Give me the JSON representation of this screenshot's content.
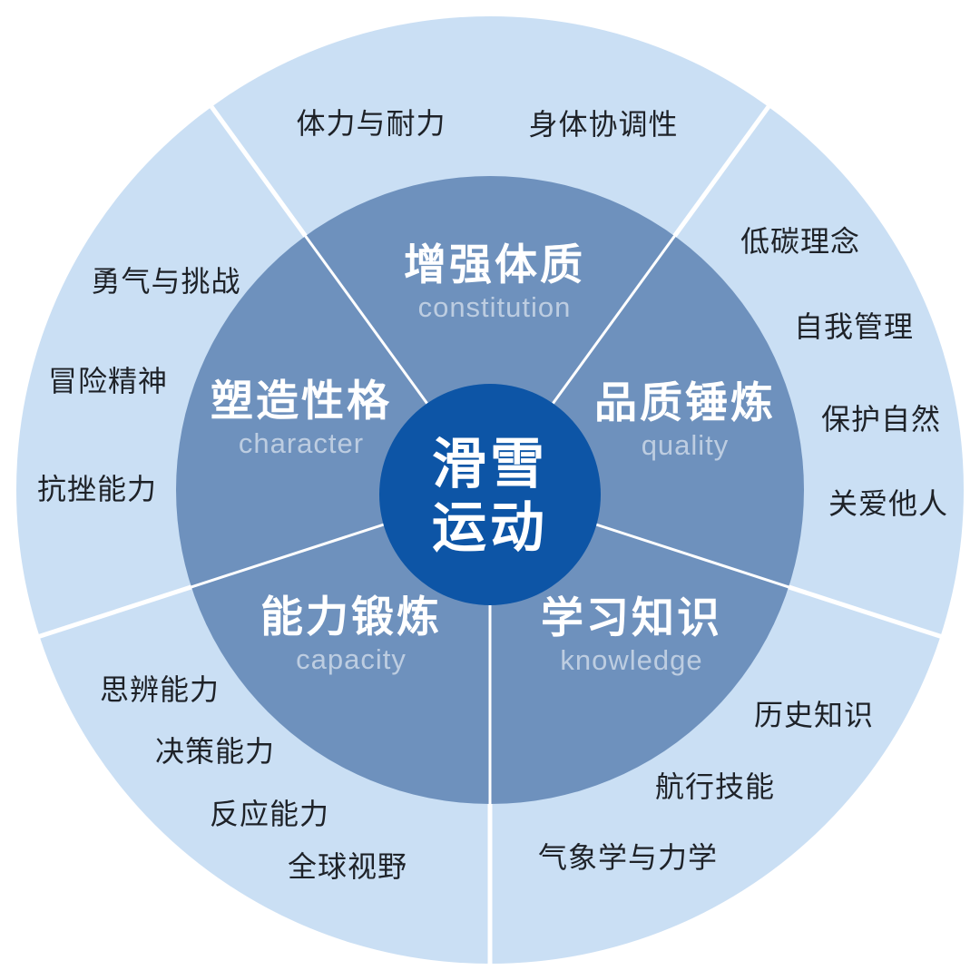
{
  "center": {
    "line1": "滑雪",
    "line2": "运动"
  },
  "sectors": [
    {
      "id": "constitution",
      "zh": "增强体质",
      "en": "constitution",
      "items": [
        "体力与耐力",
        "身体协调性"
      ]
    },
    {
      "id": "quality",
      "zh": "品质锤炼",
      "en": "quality",
      "items": [
        "低碳理念",
        "自我管理",
        "保护自然",
        "关爱他人"
      ]
    },
    {
      "id": "knowledge",
      "zh": "学习知识",
      "en": "knowledge",
      "items": [
        "历史知识",
        "航行技能",
        "气象学与力学"
      ]
    },
    {
      "id": "capacity",
      "zh": "能力锻炼",
      "en": "capacity",
      "items": [
        "思辨能力",
        "决策能力",
        "反应能力",
        "全球视野"
      ]
    },
    {
      "id": "character",
      "zh": "塑造性格",
      "en": "character",
      "items": [
        "勇气与挑战",
        "冒险精神",
        "抗挫能力"
      ]
    }
  ],
  "colors": {
    "outer_ring": "#cadff4",
    "inner_disc": "#6e91bd",
    "center_circle": "#0d55a6",
    "divider": "#ffffff",
    "outer_label_text": "#1e2228",
    "sector_en_text": "rgba(255,255,255,0.55)"
  }
}
